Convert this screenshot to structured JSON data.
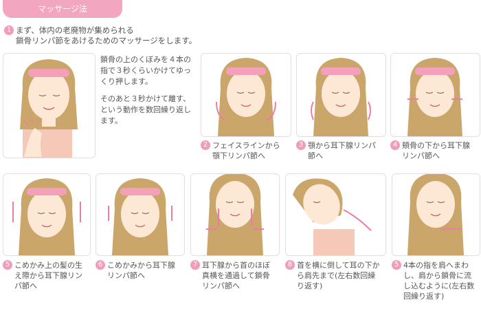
{
  "header": {
    "title": "マッサージ法"
  },
  "intro": {
    "number": "1",
    "line1": "まず、体内の老廃物が集められる",
    "line2": "鎖骨リンパ節をあけるためのマッサージをします。"
  },
  "step1_text": {
    "para1": "鎖骨の上のくぼみを４本の指で３秒くらいかけてゆっくり押します。",
    "para2": "そのあと３秒かけて離す、という動作を数回繰り返します。"
  },
  "steps": [
    {
      "number": "2",
      "text": "フェイスラインから顎下リンパ節へ"
    },
    {
      "number": "3",
      "text": "顎から耳下腺リンパ節へ"
    },
    {
      "number": "4",
      "text": "頬骨の下から耳下腺リンパ節へ"
    },
    {
      "number": "5",
      "text": "こめかみ上の髪の生え際から耳下腺リンパ節へ"
    },
    {
      "number": "6",
      "text": "こめかみから耳下腺リンパ節へ"
    },
    {
      "number": "7",
      "text": "耳下腺から首のほぼ真横を通過して鎖骨リンパ節へ"
    },
    {
      "number": "8",
      "text": "首を横に倒して耳の下から肩先まで(左右数回繰り返す)"
    },
    {
      "number": "5",
      "text": "4本の指を肩へまわし、肩から鎖骨に流し込むように(左右数回繰り返す)"
    }
  ],
  "colors": {
    "accent": "#f2a6c0",
    "hair": "#caa66a",
    "skin": "#fde8d6",
    "band": "#f4a0ba",
    "arrow": "#f07aa6"
  }
}
